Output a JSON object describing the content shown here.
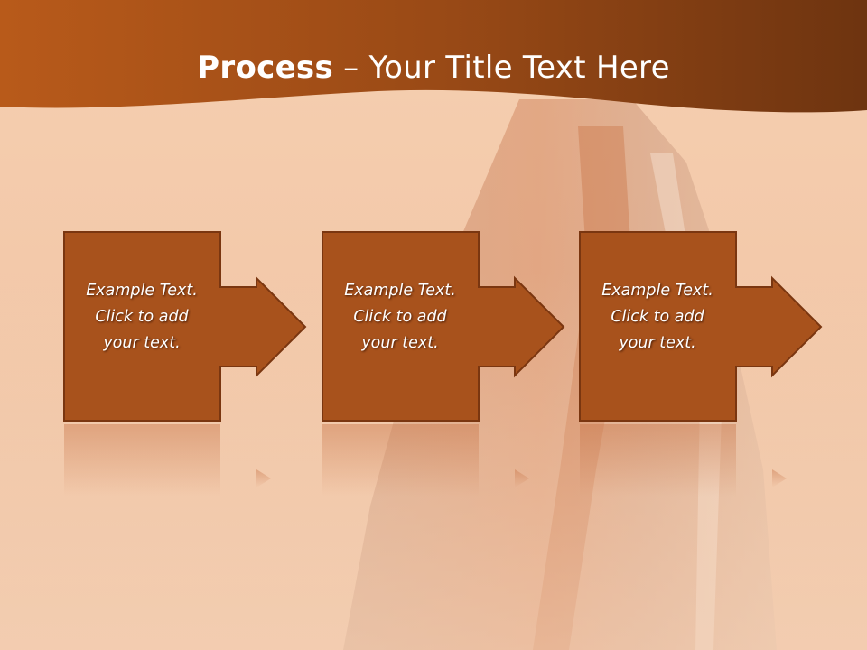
{
  "slide": {
    "title_bold": "Process",
    "title_rest": " – Your Title Text Here",
    "colors": {
      "header": "#8a4312",
      "box_fill": "#a8521c",
      "box_border": "#7a3610",
      "background": "#f4cbac"
    }
  },
  "steps": [
    {
      "lines": [
        "Example Text.",
        "Click  to add",
        "your text."
      ]
    },
    {
      "lines": [
        "Example Text.",
        "Click  to add",
        "your text."
      ]
    },
    {
      "lines": [
        "Example Text.",
        "Click  to add",
        "your text."
      ]
    }
  ]
}
